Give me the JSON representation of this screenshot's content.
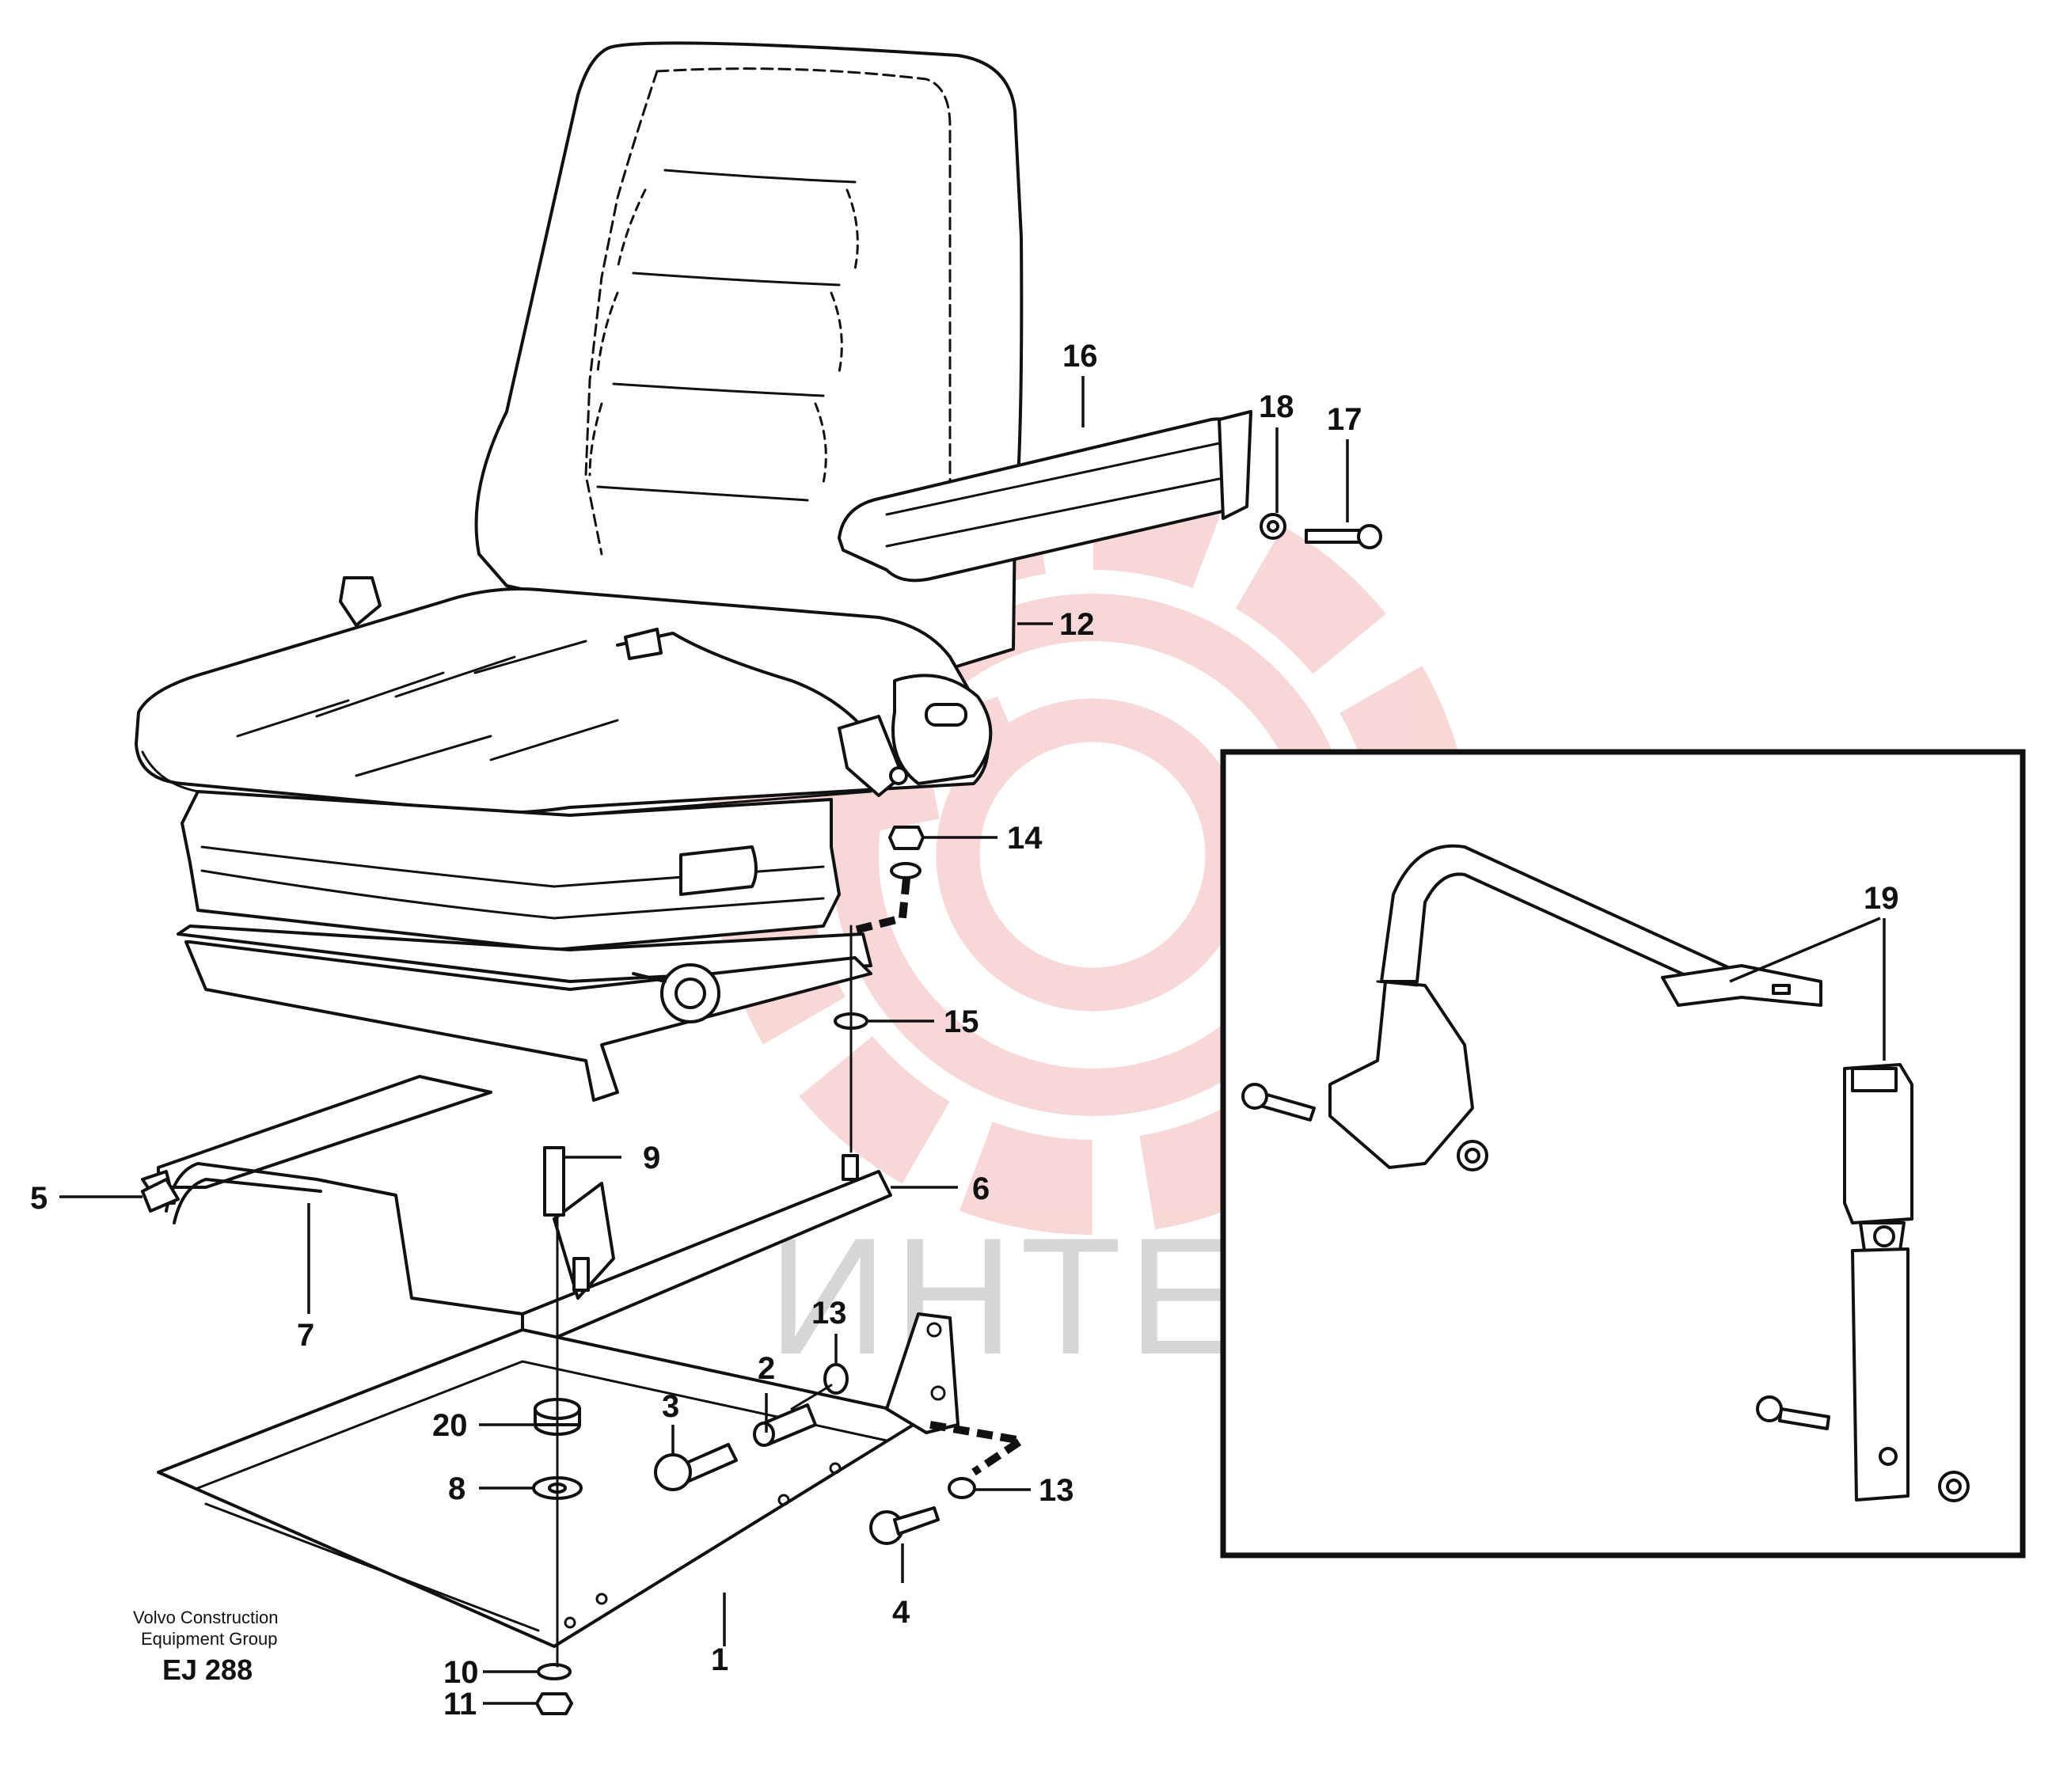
{
  "document": {
    "caption_line1": "Volvo Construction",
    "caption_line2": "Equipment Group",
    "drawing_code": "EJ 288",
    "watermark_text": "ИНТЕХ"
  },
  "colors": {
    "line": "#111111",
    "watermark_logo": "#f2b7b7",
    "watermark_text": "#d6d6d6"
  },
  "callouts": {
    "c1": "1",
    "c2": "2",
    "c3": "3",
    "c4": "4",
    "c5": "5",
    "c6": "6",
    "c7": "7",
    "c8": "8",
    "c9": "9",
    "c10": "10",
    "c11": "11",
    "c12": "12",
    "c13a": "13",
    "c13b": "13",
    "c14": "14",
    "c15": "15",
    "c16": "16",
    "c17": "17",
    "c18": "18",
    "c19": "19",
    "c20": "20"
  },
  "inset": {
    "label": "19"
  }
}
